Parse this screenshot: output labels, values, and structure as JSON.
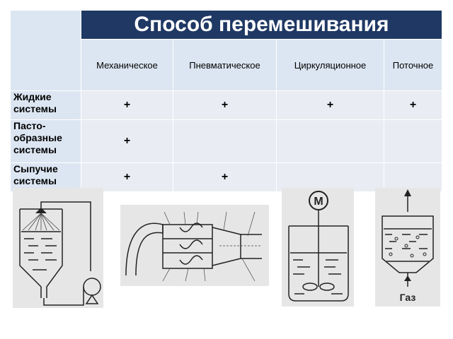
{
  "table": {
    "title": "Способ перемешивания",
    "columns": [
      "Механическое",
      "Пневматическое",
      "Циркуляционное",
      "Поточное"
    ],
    "rows": [
      {
        "label_lines": [
          "Жидкие",
          "системы"
        ],
        "cells": [
          "+",
          "+",
          "+",
          "+"
        ]
      },
      {
        "label_lines": [
          "Пасто-",
          "образные",
          "системы"
        ],
        "cells": [
          "+",
          "",
          "",
          ""
        ]
      },
      {
        "label_lines": [
          "Сыпучие",
          "системы"
        ],
        "cells": [
          "+",
          "+",
          "",
          ""
        ]
      }
    ]
  },
  "diagrams": {
    "mixer_motor_label": "M",
    "gas_label": "Газ"
  }
}
